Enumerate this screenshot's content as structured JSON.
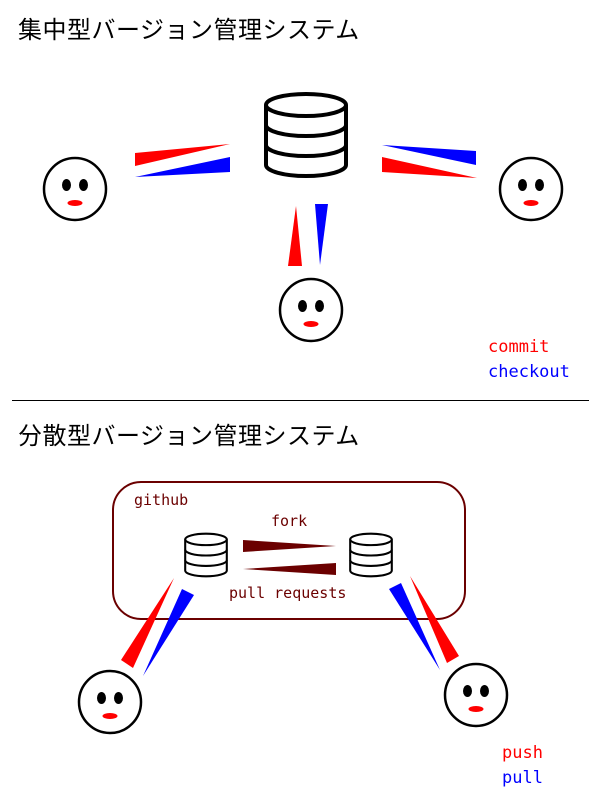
{
  "centralized": {
    "title": "集中型バージョン管理システム",
    "legend": [
      {
        "text": "commit",
        "color": "#ff0000"
      },
      {
        "text": "checkout",
        "color": "#0000ff"
      }
    ]
  },
  "distributed": {
    "title": "分散型バージョン管理システム",
    "github_label": "github",
    "fork_label": "fork",
    "pull_requests_label": "pull requests",
    "legend": [
      {
        "text": "push",
        "color": "#ff0000"
      },
      {
        "text": "pull",
        "color": "#0000ff"
      }
    ]
  },
  "colors": {
    "red": "#ff0000",
    "blue": "#0000ff",
    "github": "#6b0000"
  },
  "icons": [
    "database-icon",
    "face-icon"
  ]
}
